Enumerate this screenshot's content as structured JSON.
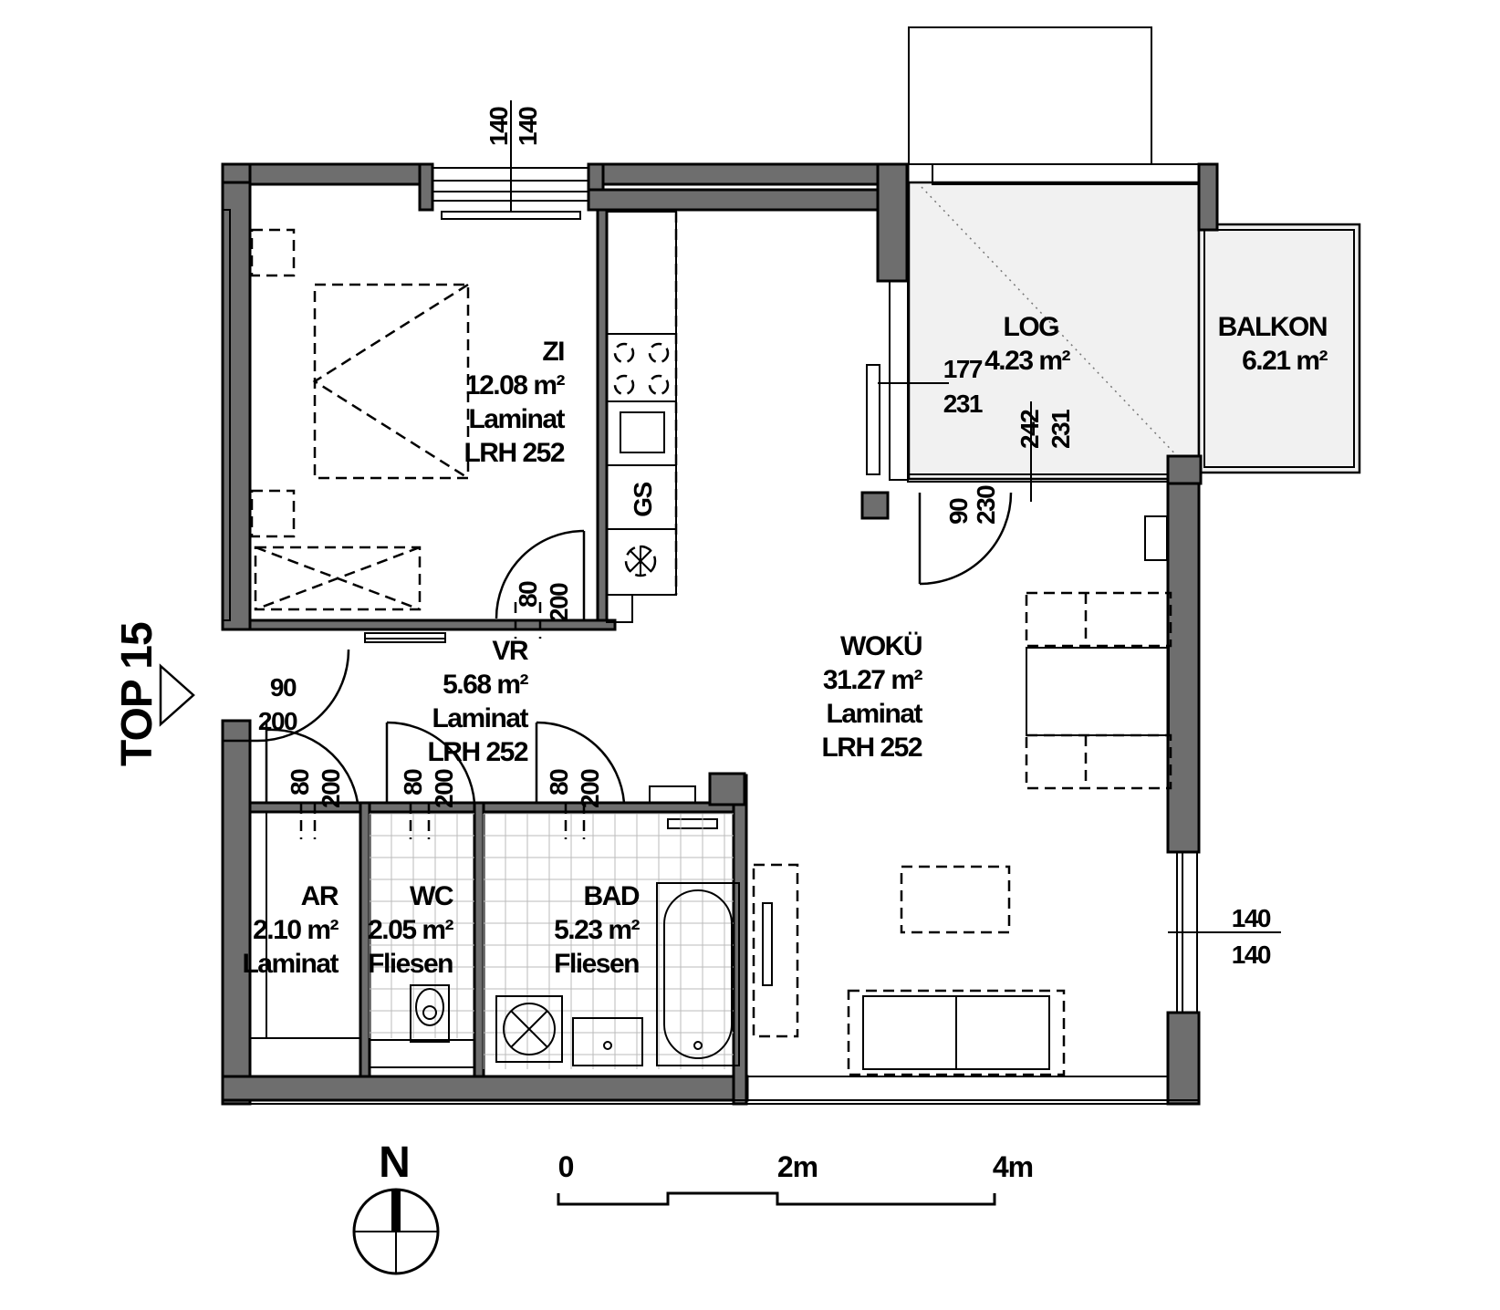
{
  "unit_label": "TOP 15",
  "rooms": {
    "zi": {
      "name": "ZI",
      "area": "12.08  m²",
      "floor": "Laminat",
      "height": "LRH 252"
    },
    "vr": {
      "name": "VR",
      "area": "5.68  m²",
      "floor": "Laminat",
      "height": "LRH 252"
    },
    "woku": {
      "name": "WOKÜ",
      "area": "31.27  m²",
      "floor": "Laminat",
      "height": "LRH 252"
    },
    "log": {
      "name": "LOG",
      "area": "4.23  m²"
    },
    "balkon": {
      "name": "BALKON",
      "area": "6.21  m²"
    },
    "ar": {
      "name": "AR",
      "area": "2.10  m²",
      "floor": "Laminat"
    },
    "wc": {
      "name": "WC",
      "area": "2.05  m²",
      "floor": "Fliesen"
    },
    "bad": {
      "name": "BAD",
      "area": "5.23  m²",
      "floor": "Fliesen"
    }
  },
  "dimensions": {
    "window_top": [
      "140",
      "140"
    ],
    "window_right": [
      "140",
      "140"
    ],
    "log_window": [
      "177",
      "231"
    ],
    "log_door": [
      "242",
      "231"
    ],
    "woku_door": [
      "90",
      "230"
    ],
    "zi_door": [
      "80",
      "200"
    ],
    "entry_door": [
      "90",
      "200"
    ],
    "ar_door": [
      "80",
      "200"
    ],
    "wc_door": [
      "80",
      "200"
    ],
    "bad_door": [
      "80",
      "200"
    ]
  },
  "fixtures": {
    "gs": "GS"
  },
  "north": "N",
  "scale_bar": {
    "ticks": [
      "0",
      "2m",
      "4m"
    ]
  },
  "colors": {
    "wall": "#6e6e6e",
    "line": "#000000"
  }
}
